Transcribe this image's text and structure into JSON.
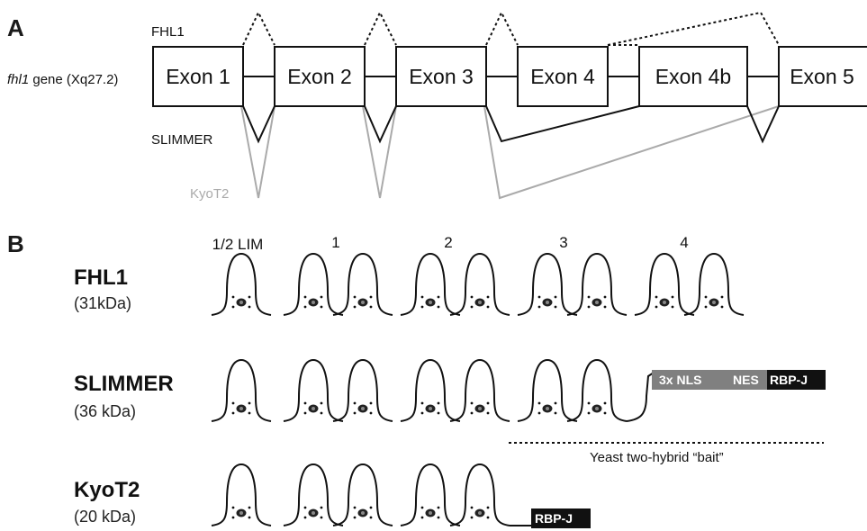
{
  "panel_a": {
    "letter": "A",
    "gene_label_italic": "fhl1",
    "gene_label_rest": " gene (Xq27.2)",
    "isoform_labels": {
      "fhl1": "FHL1",
      "slimmer": "SLIMMER",
      "kyot2": "KyoT2"
    },
    "exons": [
      "Exon 1",
      "Exon 2",
      "Exon 3",
      "Exon 4",
      "Exon 4b",
      "Exon 5"
    ],
    "colors": {
      "fhl1_splice": "#111111",
      "slimmer_splice": "#111111",
      "kyot2_splice": "#aaaaaa"
    }
  },
  "panel_b": {
    "letter": "B",
    "lim_labels": [
      "1/2 LIM",
      "1",
      "2",
      "3",
      "4"
    ],
    "proteins": [
      {
        "name": "FHL1",
        "mass": "(31kDa)"
      },
      {
        "name": "SLIMMER",
        "mass": "(36 kDa)"
      },
      {
        "name": "KyoT2",
        "mass": "(20 kDa)"
      }
    ],
    "slimmer_domains": {
      "nls": "3x NLS",
      "nes": "NES",
      "rbpj": "RBP-J"
    },
    "kyot2_domain": "RBP-J",
    "bait_label": "Yeast two-hybrid “bait”",
    "colors": {
      "nls_nes_box": "#808080",
      "rbpj_box": "#111111",
      "domain_text": "#ffffff"
    }
  }
}
